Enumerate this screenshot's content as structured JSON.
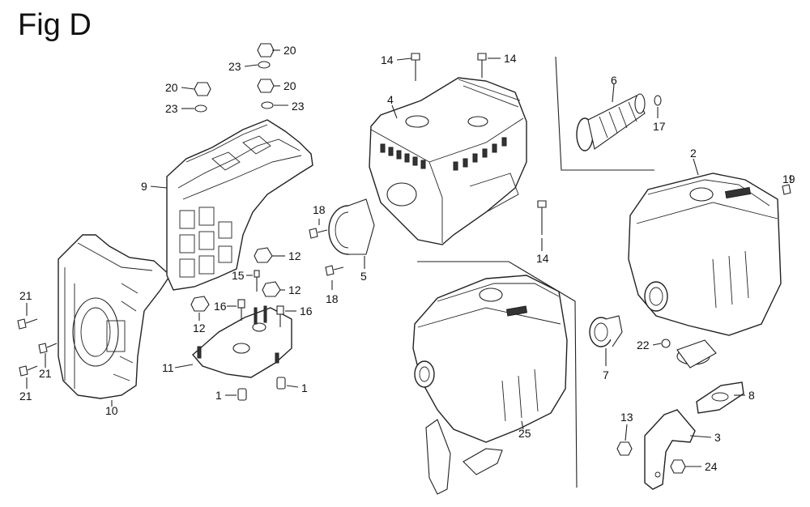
{
  "title": "Fig D",
  "callouts": {
    "c20a": "20",
    "c23a": "23",
    "c20b": "20",
    "c23b": "23",
    "c20c": "20",
    "c23c": "23",
    "c9": "9",
    "c12a": "12",
    "c12b": "12",
    "c12c": "12",
    "c15": "15",
    "c16a": "16",
    "c16b": "16",
    "c11": "11",
    "c1a": "1",
    "c1b": "1",
    "c10": "10",
    "c21a": "21",
    "c21b": "21",
    "c21c": "21",
    "c14a": "14",
    "c14b": "14",
    "c14c": "14",
    "c4": "4",
    "c18a": "18",
    "c18b": "18",
    "c5": "5",
    "c6": "6",
    "c17": "17",
    "c2": "2",
    "c19": "19",
    "c7": "7",
    "c22": "22",
    "c8": "8",
    "c25": "25",
    "c13": "13",
    "c3": "3",
    "c24": "24"
  }
}
